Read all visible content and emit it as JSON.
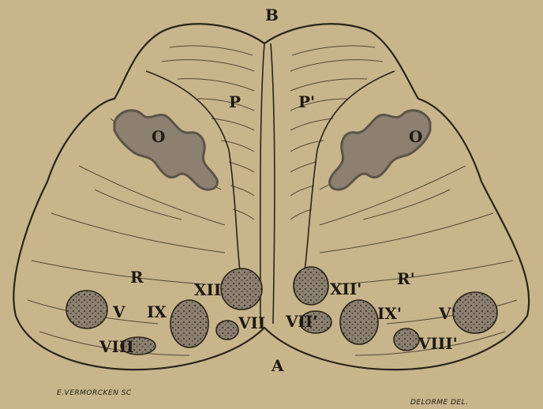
{
  "colors": {
    "paper": "#c8b58c",
    "ink": "#2a2418",
    "nucleus": "#8c8070",
    "nucleus_dark": "#5c5448"
  },
  "labels": {
    "top": "B",
    "bottom": "A",
    "pyramid_left": "P",
    "pyramid_right": "P'",
    "olive_left": "O",
    "olive_right": "O",
    "raphe_left": "R",
    "raphe_right": "R'",
    "nucleus_xii_left": "XII",
    "nucleus_xii_right": "XII'",
    "nucleus_ix_left": "IX",
    "nucleus_ix_right": "IX'",
    "nucleus_v_left": "V",
    "nucleus_v_right": "V'",
    "nucleus_vii_left": "VII",
    "nucleus_vii_right": "VII'",
    "nucleus_viii_left": "VIII",
    "nucleus_viii_right": "VIII'"
  },
  "credits": {
    "engraver": "E.VERMORCKEN SC",
    "draftsman": "DELORME DEL."
  }
}
